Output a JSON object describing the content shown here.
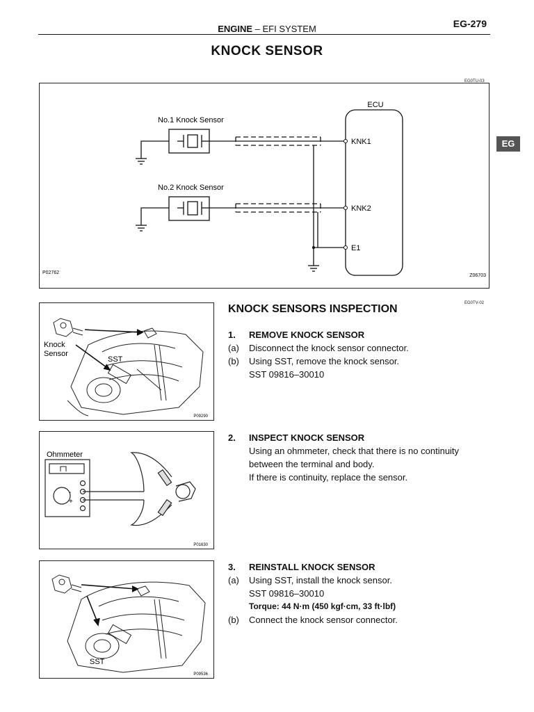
{
  "header": {
    "section_bold": "ENGINE",
    "section_rest": " – EFI SYSTEM",
    "page_number": "EG-279"
  },
  "page_title": "KNOCK SENSOR",
  "side_tab": "EG",
  "circuit": {
    "ref_code": "EG0TU-03",
    "ecu_label": "ECU",
    "sensor1_label": "No.1 Knock Sensor",
    "sensor2_label": "No.2 Knock Sensor",
    "pin_knk1": "KNK1",
    "pin_knk2": "KNK2",
    "pin_e1": "E1",
    "fig_id_left": "P02762",
    "fig_id_right": "Z06703"
  },
  "inspection": {
    "title": "KNOCK SENSORS INSPECTION",
    "ref_code": "EG0TV-02",
    "step1": {
      "num": "1.",
      "title": "REMOVE KNOCK SENSOR",
      "a_mark": "(a)",
      "a_text": "Disconnect the knock sensor connector.",
      "b_mark": "(b)",
      "b_text": "Using SST, remove the knock sensor.",
      "sst": "SST 09816–30010"
    },
    "step2": {
      "num": "2.",
      "title": "INSPECT KNOCK SENSOR",
      "line1": "Using an ohmmeter, check that there is no continuity",
      "line2": "between the terminal and body.",
      "line3": "If there is continuity, replace the sensor."
    },
    "step3": {
      "num": "3.",
      "title": "REINSTALL KNOCK SENSOR",
      "a_mark": "(a)",
      "a_text": "Using SST, install the knock sensor.",
      "sst": "SST 09816–30010",
      "torque": "Torque: 44 N·m (450 kgf·cm, 33 ft·lbf)",
      "b_mark": "(b)",
      "b_text": "Connect the knock sensor connector."
    }
  },
  "figures": {
    "fig1": {
      "label_knock": "Knock",
      "label_sensor": "Sensor",
      "label_sst": "SST",
      "fig_id": "P09290"
    },
    "fig2": {
      "label_ohmmeter": "Ohmmeter",
      "fig_id": "P01630"
    },
    "fig3": {
      "label_sst": "SST",
      "fig_id": "P09536"
    }
  }
}
